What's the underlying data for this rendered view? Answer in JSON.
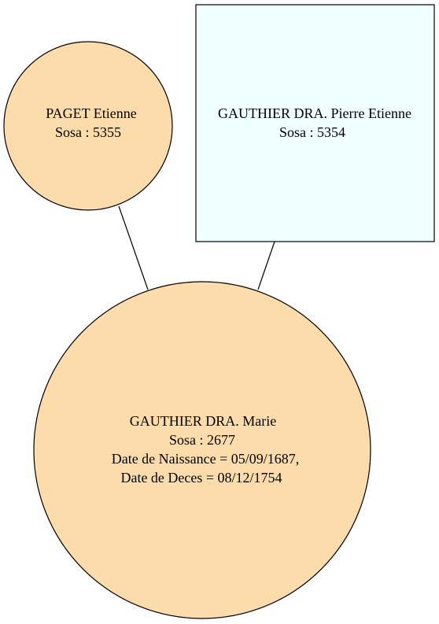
{
  "colors": {
    "female_fill": "#FDDCAC",
    "male_fill": "#F0FFFF",
    "outline": "#000000"
  },
  "nodes": {
    "paget": {
      "shape": "circle",
      "name": "PAGET Etienne",
      "sosa": "Sosa : 5355"
    },
    "gauthier_pierre": {
      "shape": "box",
      "name": "GAUTHIER DRA. Pierre Etienne",
      "sosa": "Sosa : 5354"
    },
    "gauthier_marie": {
      "shape": "circle",
      "name": "GAUTHIER DRA. Marie",
      "sosa": "Sosa : 2677",
      "birth": "Date de Naissance = 05/09/1687,",
      "death": "Date de Deces = 08/12/1754"
    }
  },
  "edges": [
    {
      "from": "paget",
      "to": "gauthier_marie"
    },
    {
      "from": "gauthier_pierre",
      "to": "gauthier_marie"
    }
  ]
}
